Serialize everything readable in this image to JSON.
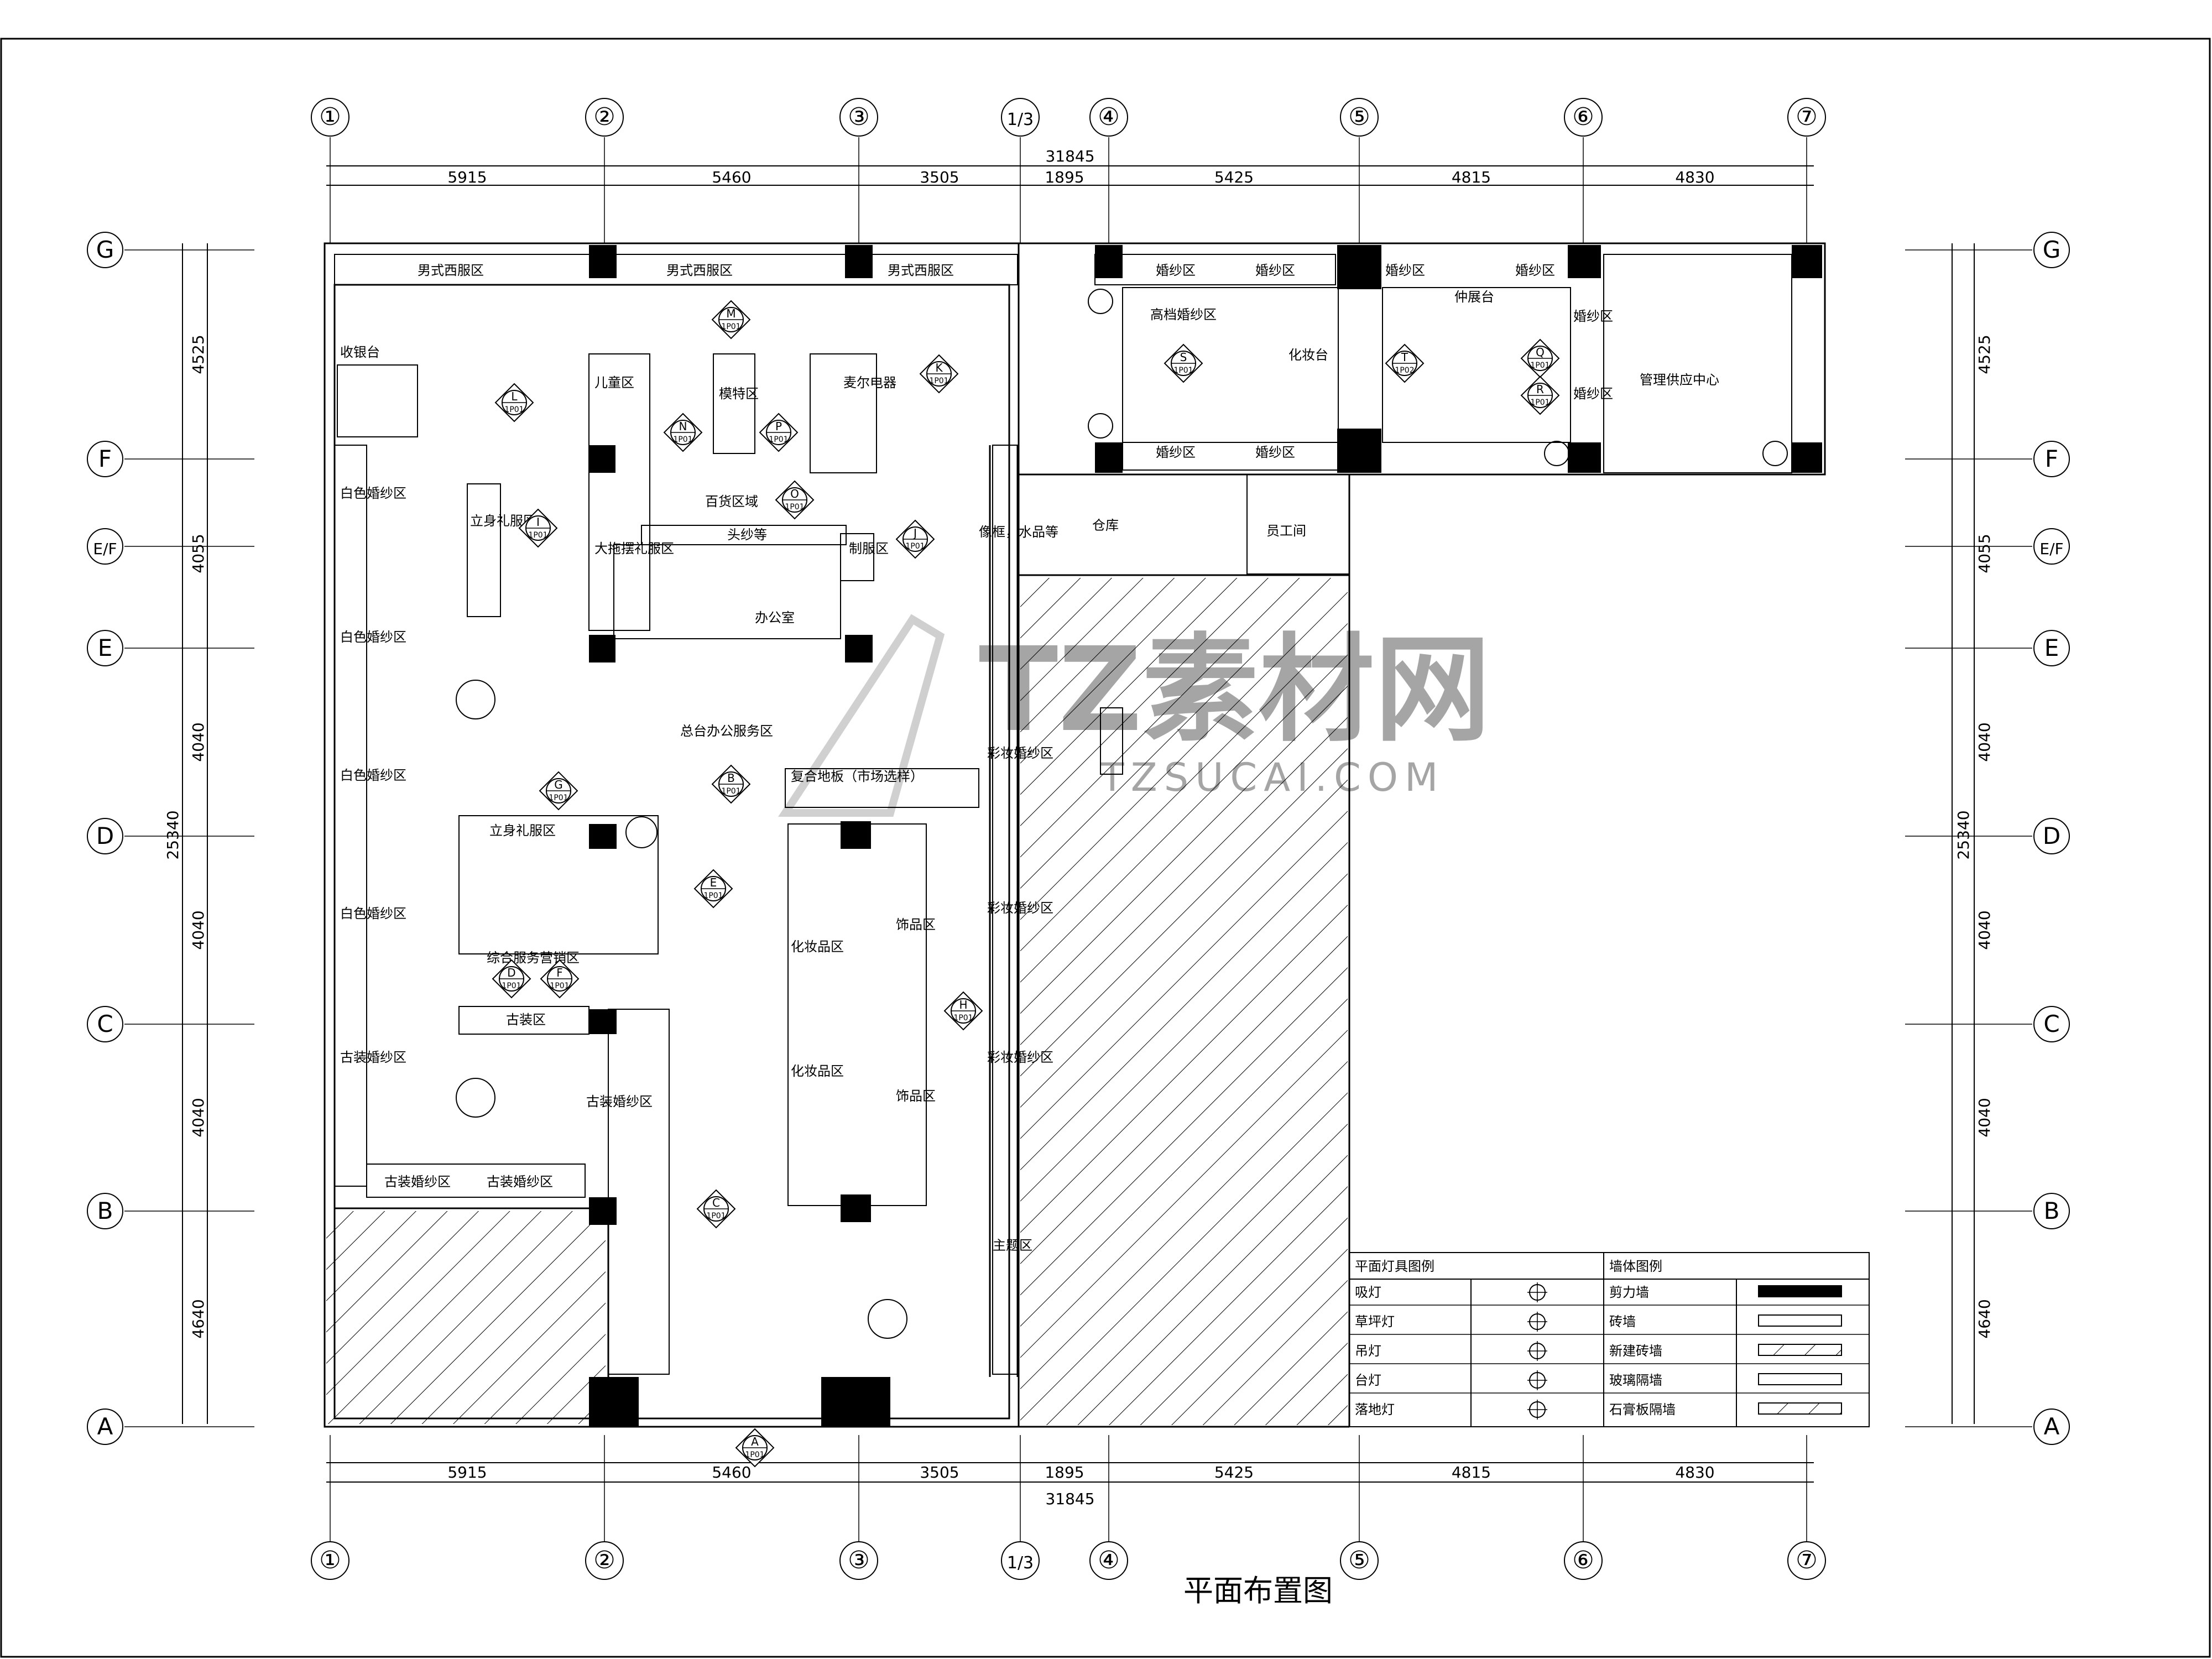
{
  "title": "平面布置图",
  "watermark": {
    "main": "TZ素材网",
    "sub": "TZSUCAI.COM"
  },
  "grid": {
    "columns": [
      "①",
      "②",
      "③",
      "1/3",
      "④",
      "⑤",
      "⑥",
      "⑦"
    ],
    "rows": [
      "G",
      "F",
      "E/F",
      "E",
      "D",
      "C",
      "B",
      "A"
    ]
  },
  "dimensions": {
    "total_horizontal": "31845",
    "horizontal": [
      "5915",
      "5460",
      "3505",
      "1895",
      "5425",
      "4815",
      "4830"
    ],
    "total_vertical": "25340",
    "vertical": [
      "4525",
      "4055",
      "4040",
      "4040",
      "4040",
      "4640"
    ]
  },
  "rooms": {
    "mens_suit_1": "男式西服区",
    "mens_suit_2": "男式西服区",
    "mens_suit_3": "男式西服区",
    "cashier": "收银台",
    "white_1": "白色婚纱区",
    "white_2": "白色婚纱区",
    "white_3": "白色婚纱区",
    "white_4": "白色婚纱区",
    "ancient_wedding_left": "古装婚纱区",
    "standing_dress": "立身礼服区",
    "children": "儿童区",
    "big_tail": "大拖摆礼服区",
    "model": "模特区",
    "electrical": "麦尔电器",
    "general_merch": "百货区域",
    "office": "办公室",
    "uniform": "制服区",
    "accessory_hat": "头纱等",
    "service_desk": "总台办公服务区",
    "composite_floor": "复合地板（市场选样）",
    "standing_dress_2": "立身礼服区",
    "service_sales": "综合服务营销区",
    "ancient_costume": "古装区",
    "ancient_wedding_a": "古装婚纱区",
    "ancient_wedding_b": "古装婚纱区",
    "ancient_wedding_v": "古装婚纱区",
    "cosmetics_1": "化妆品区",
    "cosmetics_2": "化妆品区",
    "jewelry_1": "饰品区",
    "jewelry_2": "饰品区",
    "photo_frame": "像框，水品等",
    "color_wedding_1": "彩妆婚纱区",
    "color_wedding_2": "彩妆婚纱区",
    "color_wedding_3": "彩妆婚纱区",
    "theme": "主题区",
    "warehouse": "仓库",
    "staff": "员工间",
    "wedding_1": "婚纱区",
    "wedding_2": "婚纱区",
    "wedding_3": "婚纱区",
    "wedding_4": "婚纱区",
    "wedding_5": "婚纱区",
    "wedding_6": "婚纱区",
    "wedding_v1": "婚纱区",
    "wedding_v2": "婚纱区",
    "premium_wedding": "高档婚纱区",
    "dressing": "化妆台",
    "display": "仲展台",
    "management": "管理供应中心"
  },
  "view_markers": [
    {
      "letter": "M",
      "ref": "1P01"
    },
    {
      "letter": "K",
      "ref": "1P01"
    },
    {
      "letter": "L",
      "ref": "1P01"
    },
    {
      "letter": "N",
      "ref": "1P01"
    },
    {
      "letter": "P",
      "ref": "1P01"
    },
    {
      "letter": "O",
      "ref": "1P01"
    },
    {
      "letter": "I",
      "ref": "1P01"
    },
    {
      "letter": "J",
      "ref": "1P01"
    },
    {
      "letter": "G",
      "ref": "1P01"
    },
    {
      "letter": "B",
      "ref": "1P01"
    },
    {
      "letter": "E",
      "ref": "1P01"
    },
    {
      "letter": "D",
      "ref": "1P01"
    },
    {
      "letter": "F",
      "ref": "1P01"
    },
    {
      "letter": "H",
      "ref": "1P01"
    },
    {
      "letter": "C",
      "ref": "1P01"
    },
    {
      "letter": "A",
      "ref": "1P01"
    },
    {
      "letter": "S",
      "ref": "1P01"
    },
    {
      "letter": "T",
      "ref": "1P02"
    },
    {
      "letter": "Q",
      "ref": "1P01"
    },
    {
      "letter": "R",
      "ref": "1P01"
    }
  ],
  "legend": {
    "lighting_title": "平面灯具图例",
    "lighting": [
      "吸灯",
      "草坪灯",
      "吊灯",
      "台灯",
      "落地灯"
    ],
    "wall_title": "墙体图例",
    "walls": [
      "剪力墙",
      "砖墙",
      "新建砖墙",
      "玻璃隔墙",
      "石膏板隔墙"
    ]
  }
}
